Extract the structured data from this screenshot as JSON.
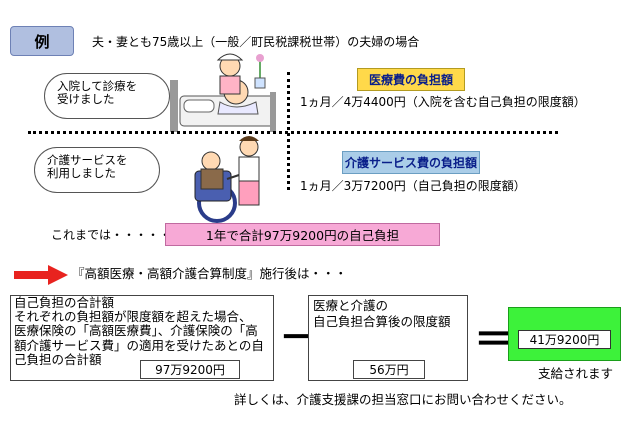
{
  "badge": "例",
  "title": "夫・妻とも75歳以上（一般／町民税課税世帯）の夫婦の場合",
  "bubble_hospital": [
    "入院して診療を",
    "受けました"
  ],
  "bubble_care": [
    "介護サービスを",
    "利用しました"
  ],
  "medical_label": "医療費の負担額",
  "medical_detail": "1ヵ月／4万4400円（入院を含む自己負担の限度額）",
  "care_label": "介護サービス費の負担額",
  "care_detail": "1ヵ月／3万7200円（自己負担の限度額）",
  "until_now": "これまでは・・・・・・",
  "until_now_total": "1年で合計97万9200円の自己負担",
  "after_system": "『高額医療・高額介護合算制度』施行後は・・・",
  "left_box_lines": [
    "自己負担の合計額",
    "それぞれの負担額が限度額を超えた場合、",
    "医療保険の「高額医療費」、介護保険の「高",
    "額介護サービス費」の適用を受けたあとの自",
    "己負担の合計額"
  ],
  "left_box_amount": "97万9200円",
  "minus_sign": "－",
  "mid_box_lines": [
    "医療と介護の",
    "自己負担合算後の限度額"
  ],
  "mid_box_amount": "56万円",
  "equals_sign": "＝",
  "result_amount": "41万9200円",
  "result_caption": "支給されます",
  "footer": "詳しくは、介護支援課の担当窓口にお問い合わせください。",
  "colors": {
    "badge": "#b0bfe0",
    "medical_label_bg": "#ffd94a",
    "care_label_bg": "#aacde8",
    "total_bg": "#f7a9d6",
    "result_bg": "#3df23a",
    "arrow": "#e8231f",
    "label_text": "#0a1f8a"
  }
}
